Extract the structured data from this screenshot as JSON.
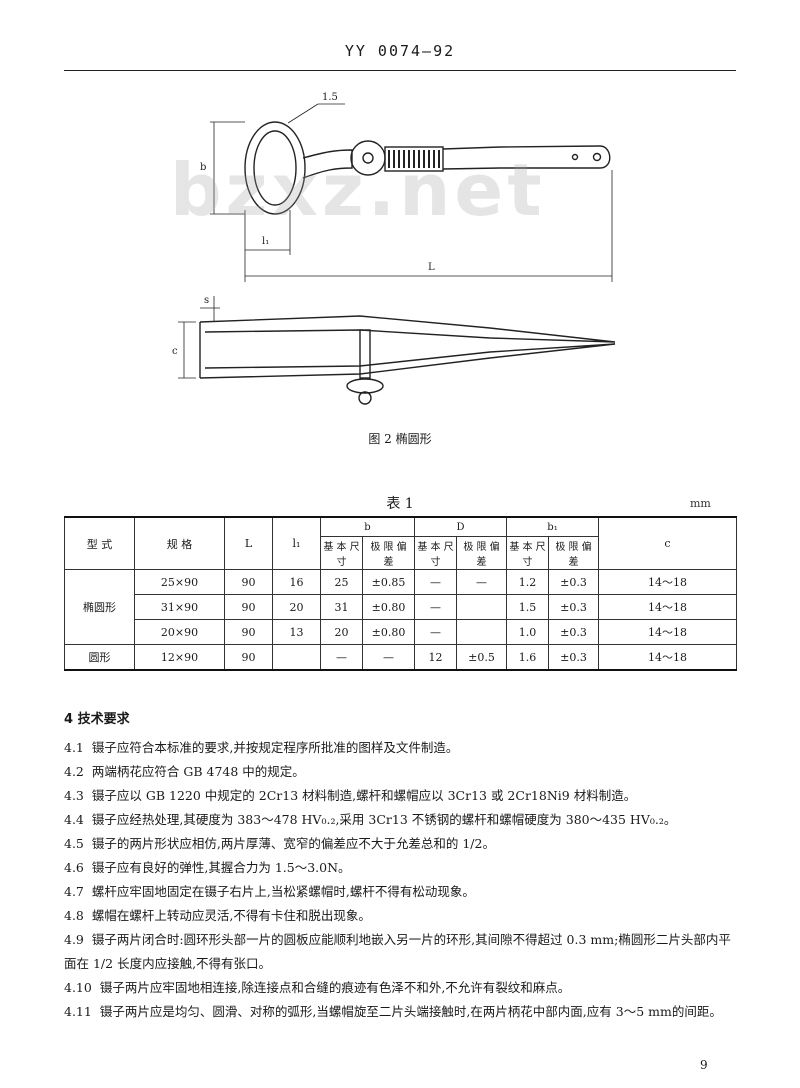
{
  "header": {
    "standard": "YY 0074—92"
  },
  "watermark": "bzxz.net",
  "figure": {
    "labels": {
      "radius": "1.5",
      "b": "b",
      "l1": "l₁",
      "L": "L",
      "s": "s",
      "c": "c"
    },
    "caption": "图 2  椭圆形"
  },
  "table": {
    "title": "表 1",
    "unit": "mm",
    "headers": {
      "type": "型 式",
      "spec": "规 格",
      "L": "L",
      "l1": "l₁",
      "b": "b",
      "D": "D",
      "b1": "b₁",
      "c": "c",
      "basic_size": "基 本 尺 寸",
      "tolerance": "极 限 偏 差"
    },
    "rows": [
      {
        "type": "椭圆形",
        "spec": "25×90",
        "L": "90",
        "l1": "16",
        "b_basic": "25",
        "b_tol": "±0.85",
        "D_basic": "—",
        "D_tol": "—",
        "b1_basic": "1.2",
        "b1_tol": "±0.3",
        "c": "14～18"
      },
      {
        "type": "",
        "spec": "31×90",
        "L": "90",
        "l1": "20",
        "b_basic": "31",
        "b_tol": "±0.80",
        "D_basic": "—",
        "D_tol": "",
        "b1_basic": "1.5",
        "b1_tol": "±0.3",
        "c": "14～18"
      },
      {
        "type": "",
        "spec": "20×90",
        "L": "90",
        "l1": "13",
        "b_basic": "20",
        "b_tol": "±0.80",
        "D_basic": "—",
        "D_tol": "",
        "b1_basic": "1.0",
        "b1_tol": "±0.3",
        "c": "14～18"
      },
      {
        "type": "圆形",
        "spec": "12×90",
        "L": "90",
        "l1": "",
        "b_basic": "—",
        "b_tol": "—",
        "D_basic": "12",
        "D_tol": "±0.5",
        "b1_basic": "1.6",
        "b1_tol": "±0.3",
        "c": "14～18"
      }
    ]
  },
  "section": {
    "title": "4  技术要求"
  },
  "clauses": [
    {
      "num": "4.1",
      "text": "镊子应符合本标准的要求,并按规定程序所批准的图样及文件制造。"
    },
    {
      "num": "4.2",
      "text": "两端柄花应符合 GB 4748 中的规定。"
    },
    {
      "num": "4.3",
      "text": "镊子应以 GB 1220 中规定的 2Cr13 材料制造,螺杆和螺帽应以 3Cr13 或 2Cr18Ni9 材料制造。"
    },
    {
      "num": "4.4",
      "text": "镊子应经热处理,其硬度为 383～478 HV₀.₂,采用 3Cr13 不锈钢的螺杆和螺帽硬度为 380～435 HV₀.₂。"
    },
    {
      "num": "4.5",
      "text": "镊子的两片形状应相仿,两片厚薄、宽窄的偏差应不大于允差总和的 1/2。"
    },
    {
      "num": "4.6",
      "text": "镊子应有良好的弹性,其握合力为 1.5～3.0N。"
    },
    {
      "num": "4.7",
      "text": "螺杆应牢固地固定在镊子右片上,当松紧螺帽时,螺杆不得有松动现象。"
    },
    {
      "num": "4.8",
      "text": "螺帽在螺杆上转动应灵活,不得有卡住和脱出现象。"
    },
    {
      "num": "4.9",
      "text": "镊子两片闭合时:圆环形头部一片的圆板应能顺利地嵌入另一片的环形,其间隙不得超过 0.3 mm;椭圆形二片头部内平面在 1/2 长度内应接触,不得有张口。"
    },
    {
      "num": "4.10",
      "text": "镊子两片应牢固地相连接,除连接点和合缝的痕迹有色泽不和外,不允许有裂纹和麻点。"
    },
    {
      "num": "4.11",
      "text": "镊子两片应是均匀、圆滑、对称的弧形,当螺帽旋至二片头端接触时,在两片柄花中部内面,应有 3～5 mm的间距。"
    }
  ],
  "footer": {
    "page_number": "9"
  }
}
